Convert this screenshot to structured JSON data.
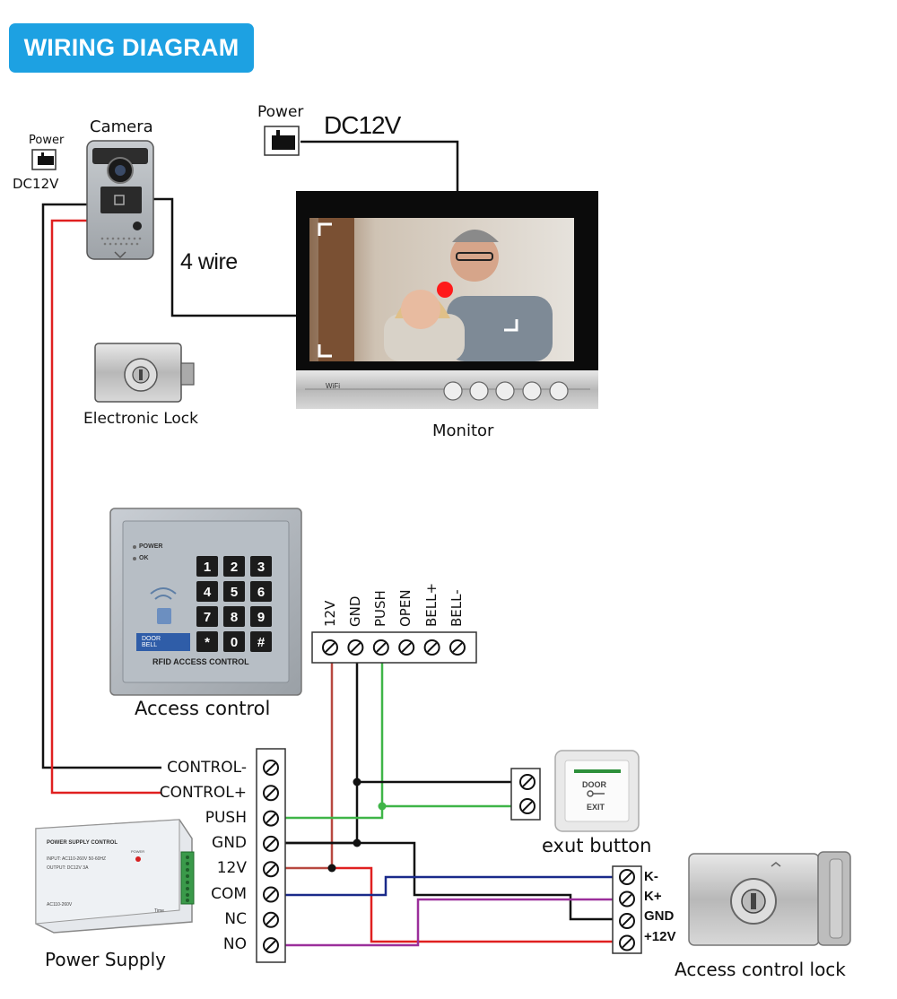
{
  "title": "WIRING DIAGRAM",
  "camera": {
    "label": "Camera",
    "power_label": "Power",
    "voltage": "DC12V",
    "wire_label": "4 wire"
  },
  "monitor": {
    "label": "Monitor",
    "power_label": "Power",
    "voltage": "DC12V",
    "wifi_text": "WiFi"
  },
  "electronic_lock": {
    "label": "Electronic Lock"
  },
  "access_control": {
    "label": "Access control",
    "device_text": "RFID ACCESS CONTROL",
    "led_power": "POWER",
    "led_ok": "OK",
    "doorbell_text": [
      "DOOR",
      "BELL"
    ],
    "keys": [
      "1",
      "2",
      "3",
      "4",
      "5",
      "6",
      "7",
      "8",
      "9",
      "*",
      "0",
      "#"
    ],
    "terminals": [
      "12V",
      "GND",
      "PUSH",
      "OPEN",
      "BELL+",
      "BELL-"
    ]
  },
  "power_supply": {
    "label": "Power Supply",
    "terminals": [
      "CONTROL-",
      "CONTROL+",
      "PUSH",
      "GND",
      "12V",
      "COM",
      "NC",
      "NO"
    ],
    "device_title": "POWER SUPPLY CONTROL",
    "device_input": "INPUT: AC110-260V 50-60HZ",
    "device_output": "OUTPUT: DC12V 3A",
    "device_power": "POWER",
    "device_ac": "AC110-260V",
    "device_time": "Time"
  },
  "exit_button": {
    "label": "exut button",
    "face_text": [
      "DOOR",
      "EXIT"
    ]
  },
  "access_lock": {
    "label": "Access control lock",
    "terminals": [
      "K-",
      "K+",
      "GND",
      "+12V"
    ]
  },
  "wire_colors": {
    "black": "#111111",
    "red": "#e02020",
    "dark_red": "#b84840",
    "green": "#3fb548",
    "navy": "#1a2a8a",
    "purple": "#9b2f9b"
  },
  "accent": "#1da1e2"
}
